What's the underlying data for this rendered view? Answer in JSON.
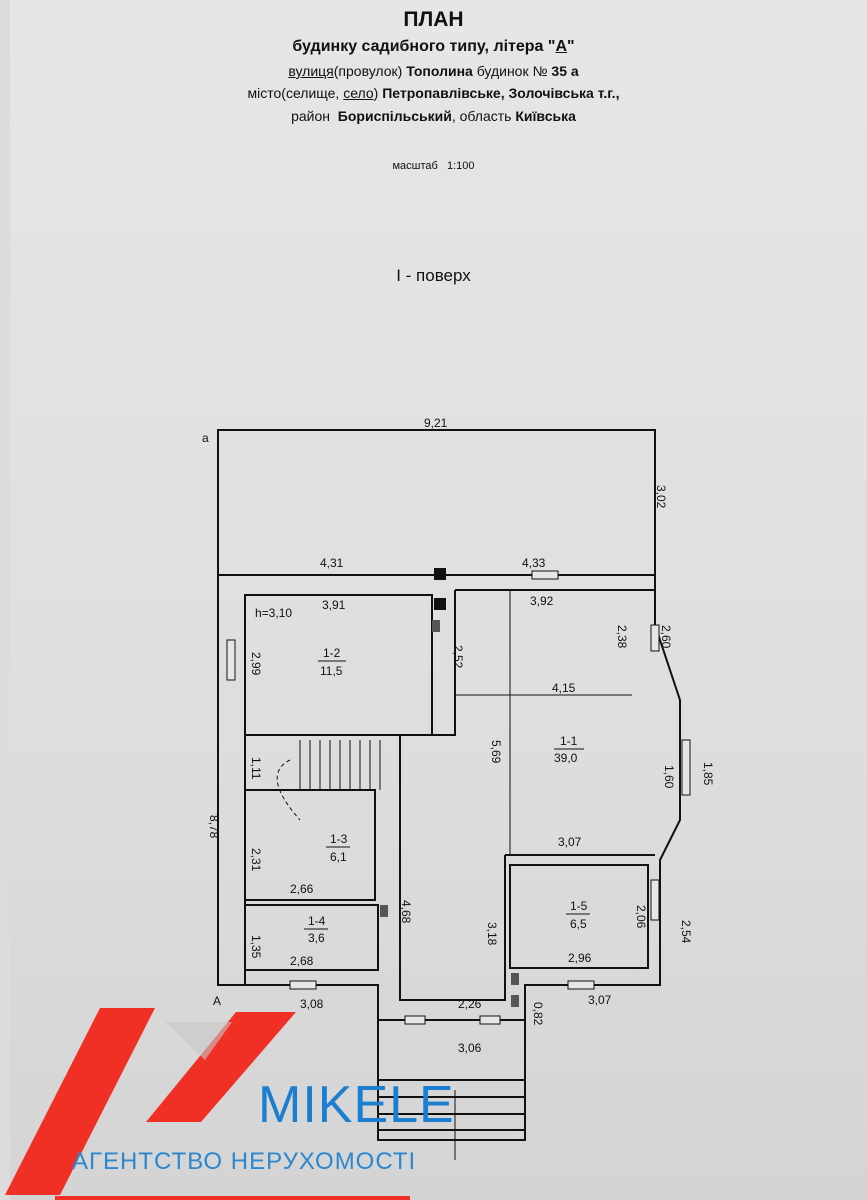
{
  "header": {
    "title": "ПЛАН",
    "subtitle_prefix": "будинку садибного типу, літера \"",
    "letter": "А",
    "subtitle_suffix": "\"",
    "street_type": "вулиця",
    "street_alt": "(провулок)",
    "street_name": "Тополина",
    "house_label": "будинок №",
    "house_number": "35 а",
    "settlement_type_prefix": "місто(селище, ",
    "settlement_type": "село",
    "settlement_type_suffix": ")",
    "settlement": "Петропавлівське, Золочівська т.г.,",
    "district_label": "район",
    "district": "Бориспільський",
    "region_label": ", область",
    "region": "Київська",
    "scale_label": "масштаб",
    "scale": "1:100",
    "floor": "І - поверх"
  },
  "plan": {
    "axis_top": "а",
    "axis_bottom": "А",
    "dims": {
      "top": "9,21",
      "left": "8,78",
      "right_top": "3,02",
      "w431": "4,31",
      "w433": "4,33",
      "w391": "3,91",
      "w392": "3,92",
      "h299": "2,99",
      "h252": "2,52",
      "h238": "2,38",
      "h260": "2,60",
      "w415": "4,15",
      "h569": "5,69",
      "h111": "1,11",
      "h160": "1,60",
      "h185": "1,85",
      "w307a": "3,07",
      "h231": "2,31",
      "w266": "2,66",
      "h468": "4,68",
      "h318": "3,18",
      "h206": "2,06",
      "h254": "2,54",
      "h135": "1,35",
      "w268": "2,68",
      "w296": "2,96",
      "w308": "3,08",
      "w226": "2,26",
      "h082": "0,82",
      "w307b": "3,07",
      "w306": "3,06"
    },
    "height_label": "h=3,10",
    "rooms": [
      {
        "id": "1-1",
        "area": "39,0"
      },
      {
        "id": "1-2",
        "area": "11,5"
      },
      {
        "id": "1-3",
        "area": "6,1"
      },
      {
        "id": "1-4",
        "area": "3,6"
      },
      {
        "id": "1-5",
        "area": "6,5"
      }
    ]
  },
  "watermark": {
    "brand": "MIKELE",
    "tagline": "АГЕНТСТВО НЕРУХОМОСТІ",
    "red": "#f03024",
    "blue": "#1a7fd0"
  }
}
